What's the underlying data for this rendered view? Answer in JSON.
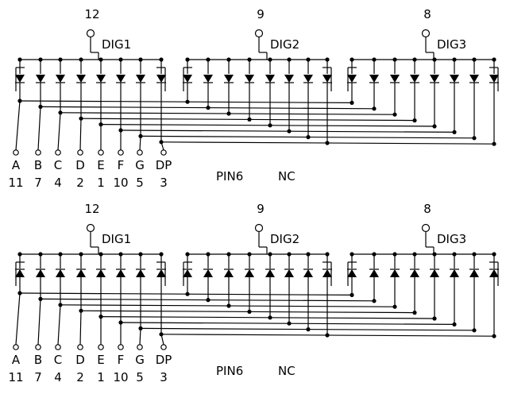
{
  "diagrams": [
    {
      "polarity": "common-anode",
      "digits": [
        {
          "pin": "12",
          "label": "DIG1"
        },
        {
          "pin": "9",
          "label": "DIG2"
        },
        {
          "pin": "8",
          "label": "DIG3"
        }
      ],
      "segments": [
        {
          "name": "A",
          "pin": "11"
        },
        {
          "name": "B",
          "pin": "7"
        },
        {
          "name": "C",
          "pin": "4"
        },
        {
          "name": "D",
          "pin": "2"
        },
        {
          "name": "E",
          "pin": "1"
        },
        {
          "name": "F",
          "pin": "10"
        },
        {
          "name": "G",
          "pin": "5"
        },
        {
          "name": "DP",
          "pin": "3"
        }
      ],
      "note_pin": "PIN6",
      "note_nc": "NC"
    },
    {
      "polarity": "common-cathode",
      "digits": [
        {
          "pin": "12",
          "label": "DIG1"
        },
        {
          "pin": "9",
          "label": "DIG2"
        },
        {
          "pin": "8",
          "label": "DIG3"
        }
      ],
      "segments": [
        {
          "name": "A",
          "pin": "11"
        },
        {
          "name": "B",
          "pin": "7"
        },
        {
          "name": "C",
          "pin": "4"
        },
        {
          "name": "D",
          "pin": "2"
        },
        {
          "name": "E",
          "pin": "1"
        },
        {
          "name": "F",
          "pin": "10"
        },
        {
          "name": "G",
          "pin": "5"
        },
        {
          "name": "DP",
          "pin": "3"
        }
      ],
      "note_pin": "PIN6",
      "note_nc": "NC"
    }
  ]
}
